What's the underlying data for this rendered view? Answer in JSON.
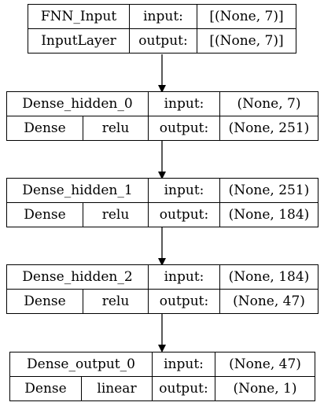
{
  "nodes": [
    {
      "name": "FNN_Input",
      "class": "InputLayer",
      "activation": "",
      "input_label": "input:",
      "input_shape": "[(None, 7)]",
      "output_label": "output:",
      "output_shape": "[(None, 7)]"
    },
    {
      "name": "Dense_hidden_0",
      "class": "Dense",
      "activation": "relu",
      "input_label": "input:",
      "input_shape": "(None, 7)",
      "output_label": "output:",
      "output_shape": "(None, 251)"
    },
    {
      "name": "Dense_hidden_1",
      "class": "Dense",
      "activation": "relu",
      "input_label": "input:",
      "input_shape": "(None, 251)",
      "output_label": "output:",
      "output_shape": "(None, 184)"
    },
    {
      "name": "Dense_hidden_2",
      "class": "Dense",
      "activation": "relu",
      "input_label": "input:",
      "input_shape": "(None, 184)",
      "output_label": "output:",
      "output_shape": "(None, 47)"
    },
    {
      "name": "Dense_output_0",
      "class": "Dense",
      "activation": "linear",
      "input_label": "input:",
      "input_shape": "(None, 47)",
      "output_label": "output:",
      "output_shape": "(None, 1)"
    }
  ],
  "edges": [
    {
      "from": "FNN_Input",
      "to": "Dense_hidden_0"
    },
    {
      "from": "Dense_hidden_0",
      "to": "Dense_hidden_1"
    },
    {
      "from": "Dense_hidden_1",
      "to": "Dense_hidden_2"
    },
    {
      "from": "Dense_hidden_2",
      "to": "Dense_output_0"
    }
  ]
}
